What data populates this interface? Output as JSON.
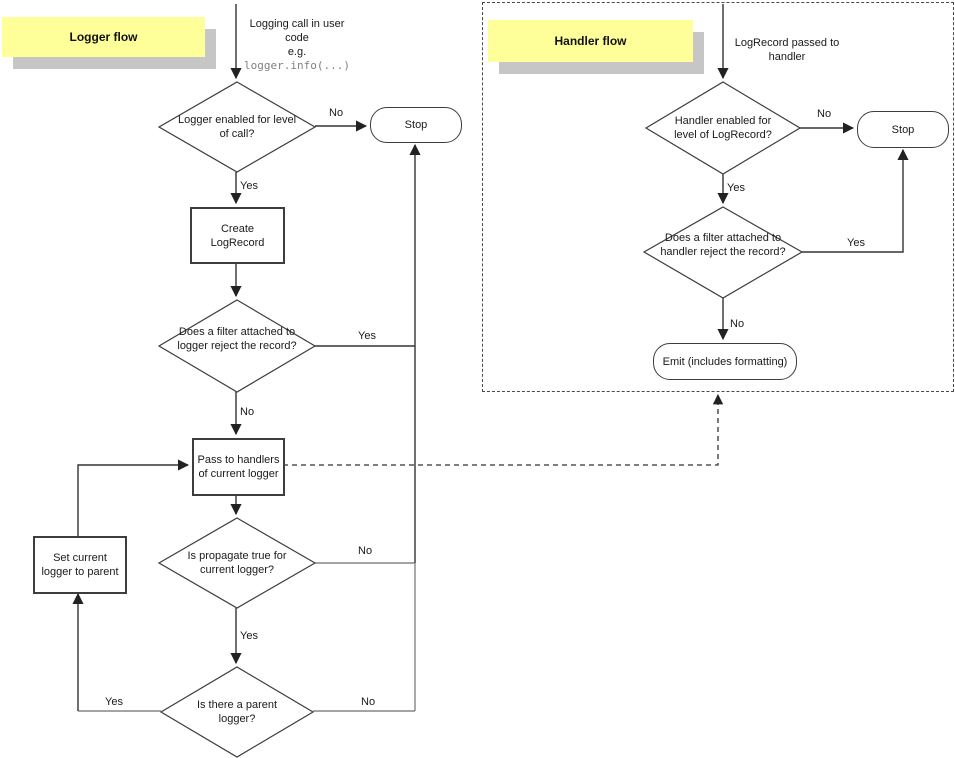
{
  "colors": {
    "accent_yellow": "#ffff99",
    "shadow_gray": "#c6c6c6",
    "line_dark": "#333333",
    "line_gray": "#868686"
  },
  "logger_flow": {
    "title": "Logger flow",
    "entry_text": "Logging call in user code",
    "entry_eg": "e.g.",
    "entry_code": "logger.info(...)",
    "decision_level": "Logger enabled for level of call?",
    "stop": "Stop",
    "create_record": "Create LogRecord",
    "decision_filter": "Does a filter attached to logger reject the record?",
    "pass_handlers": "Pass to handlers of current logger",
    "decision_propagate": "Is propagate true for current logger?",
    "set_parent": "Set current logger to parent",
    "decision_parent": "Is there a parent logger?",
    "labels": {
      "level_no": "No",
      "level_yes": "Yes",
      "filter_yes": "Yes",
      "filter_no": "No",
      "propagate_no": "No",
      "propagate_yes": "Yes",
      "parent_yes": "Yes",
      "parent_no": "No"
    }
  },
  "handler_flow": {
    "title": "Handler flow",
    "entry_text": "LogRecord passed to handler",
    "decision_level": "Handler enabled for level of LogRecord?",
    "stop": "Stop",
    "decision_filter": "Does a filter attached to handler reject the record?",
    "emit": "Emit (includes formatting)",
    "labels": {
      "level_no": "No",
      "level_yes": "Yes",
      "filter_yes": "Yes",
      "filter_no": "No"
    }
  }
}
